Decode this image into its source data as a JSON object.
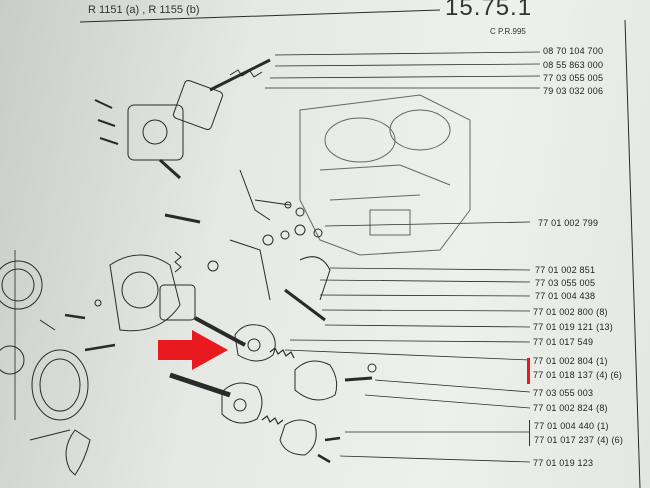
{
  "header": {
    "code": "15.75.1",
    "title_fragment": "R 1151 (a) , R 1155 (b)",
    "pr": "C          P.R.995"
  },
  "parts": [
    {
      "ref": "08 70 104 700",
      "suffix": ""
    },
    {
      "ref": "08 55 863 000",
      "suffix": ""
    },
    {
      "ref": "77 03 055 005",
      "suffix": ""
    },
    {
      "ref": "79 03 032 006",
      "suffix": ""
    },
    {
      "ref": "77 01 002 799",
      "suffix": ""
    },
    {
      "ref": "77 01 002 851",
      "suffix": ""
    },
    {
      "ref": "77 03 055 005",
      "suffix": ""
    },
    {
      "ref": "77 01 004 438",
      "suffix": ""
    },
    {
      "ref": "77 01 002 800",
      "suffix": "(8)"
    },
    {
      "ref": "77 01 019 121",
      "suffix": "(13)"
    },
    {
      "ref": "77 01 017 549",
      "suffix": ""
    },
    {
      "ref": "77 01 002 804",
      "suffix": "(1)"
    },
    {
      "ref": "77 01 018 137",
      "suffix": "(4) (6)"
    },
    {
      "ref": "77 03 055 003",
      "suffix": ""
    },
    {
      "ref": "77 01 002 824",
      "suffix": "(8)"
    },
    {
      "ref": "77 01 004 440",
      "suffix": "(1)"
    },
    {
      "ref": "77 01 017 237",
      "suffix": "(4) (6)"
    },
    {
      "ref": "77 01 019 123",
      "suffix": ""
    }
  ],
  "colors": {
    "arrow": "#e81a20",
    "ink": "#2a2a2a"
  },
  "icons": {
    "arrow": "red-arrow-icon"
  }
}
